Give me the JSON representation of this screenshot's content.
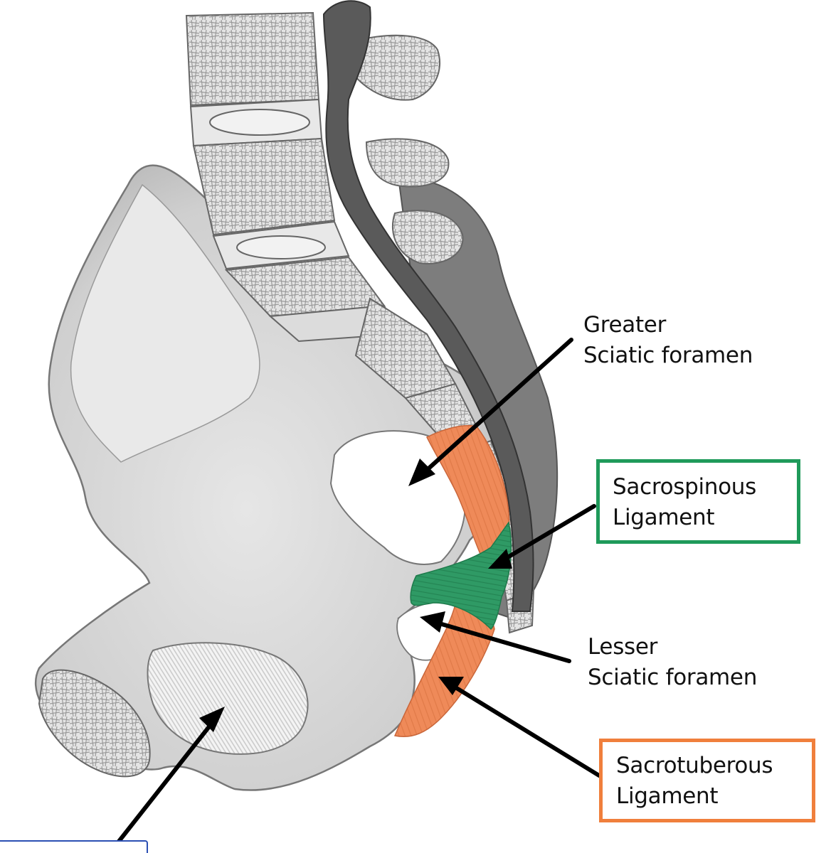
{
  "figure": {
    "colors": {
      "bone": "#d9d9d9",
      "bone_dark": "#9a9a9a",
      "cord": "#4b4b4b",
      "sacrospinous": "#2f9a65",
      "sacrotuberous": "#ef8a59",
      "green_box": "#1f9a5a",
      "orange_box": "#f07f3c",
      "blue_box": "#2b4fb3",
      "arrow": "#000000"
    },
    "labels": {
      "greater_line1": "Greater",
      "greater_line2": "Sciatic foramen",
      "sacrospinous_line1": "Sacrospinous",
      "sacrospinous_line2": "Ligament",
      "lesser_line1": "Lesser",
      "lesser_line2": "Sciatic foramen",
      "sacrotuberous_line1": "Sacrotuberous",
      "sacrotuberous_line2": "Ligament"
    }
  }
}
